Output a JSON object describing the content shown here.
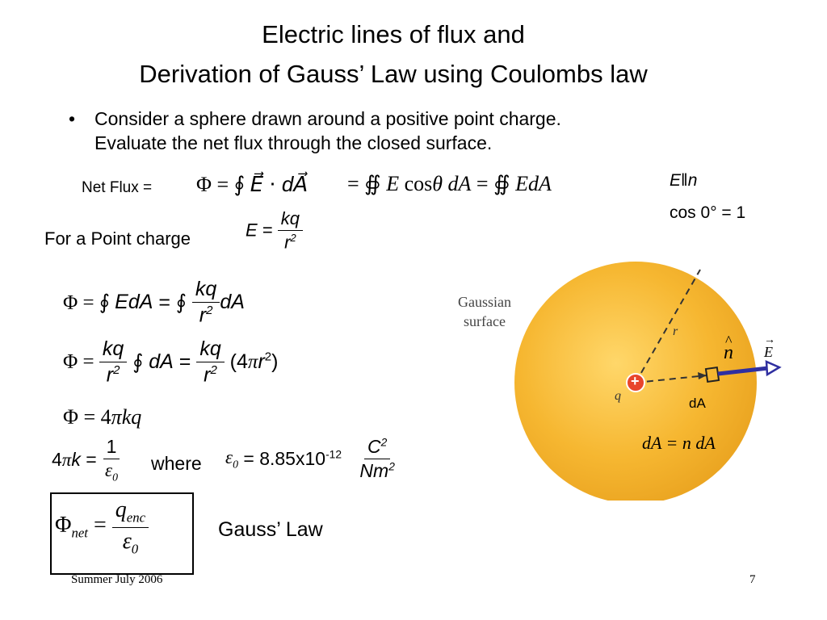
{
  "slide": {
    "title_line1": "Electric lines of flux and",
    "title_line2": "Derivation of  Gauss’ Law using Coulombs law",
    "bullet": "•",
    "bullet_line1": "Consider a sphere drawn around a positive point charge.",
    "bullet_line2": "Evaluate the net flux through the closed surface.",
    "net_flux_label": "Net Flux =",
    "point_charge_label": "For a Point charge",
    "where_label": "where",
    "epsilon_value": "8.85x10",
    "epsilon_exponent": "-12",
    "gauss_law_label": "Gauss’ Law",
    "footer_left": "Summer July 2006",
    "page_number": "7"
  },
  "figure": {
    "label_gaussian_line1": "Gaussian",
    "label_gaussian_line2": "surface",
    "label_r": "r",
    "label_q": "q",
    "label_plus": "+",
    "label_n": "n",
    "label_E": "E",
    "label_dA": "dA",
    "label_dA_eq": "dA = n dA",
    "sphere_color": "#f6b731",
    "charge_color": "#e8452c",
    "arrow_color": "#2f2fa0"
  }
}
